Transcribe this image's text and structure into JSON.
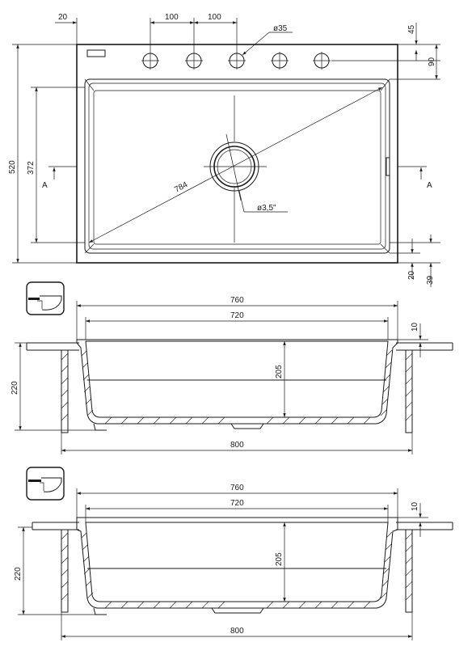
{
  "top_view": {
    "dims": {
      "edge_offset": "20",
      "hole_spacing_1": "100",
      "hole_spacing_2": "100",
      "hole_diameter": "ø35",
      "hole_top_offset": "45",
      "hole_row_height": "90",
      "total_depth": "520",
      "bowl_depth": "372",
      "diagonal": "784",
      "drain_diameter": "ø3,5\"",
      "bottom_rim": "20",
      "bottom_offset": "39"
    },
    "section_markers": {
      "left": "A",
      "right": "A"
    }
  },
  "section_1": {
    "dims": {
      "outer_width": "760",
      "inner_width": "720",
      "rim_height": "10",
      "bowl_height": "205",
      "total_height": "220",
      "cutout_width": "800"
    }
  },
  "section_2": {
    "dims": {
      "outer_width": "760",
      "inner_width": "720",
      "rim_height": "10",
      "bowl_height": "205",
      "total_height": "220",
      "cutout_width": "800"
    }
  }
}
